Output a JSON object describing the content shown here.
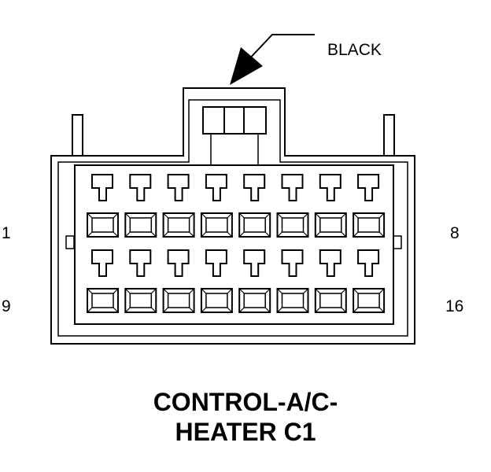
{
  "connector": {
    "color_label": "BLACK",
    "title_line1": "CONTROL-A/C-",
    "title_line2": "HEATER C1",
    "row1_start": "1",
    "row1_end": "8",
    "row2_start": "9",
    "row2_end": "16",
    "pins_per_row": 8,
    "rows": 2
  },
  "colors": {
    "line": "#000000",
    "background": "#ffffff"
  }
}
